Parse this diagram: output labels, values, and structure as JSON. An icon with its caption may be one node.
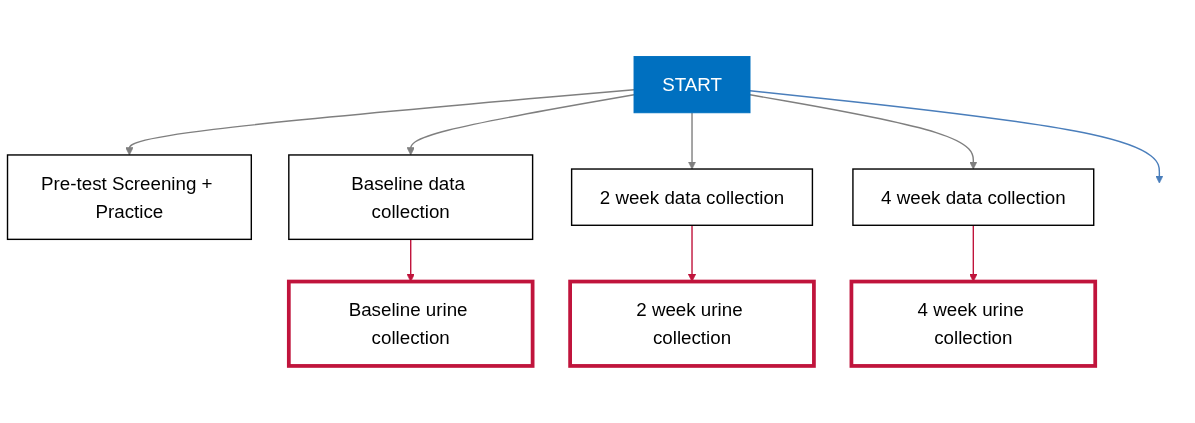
{
  "diagram": {
    "nodes": [
      {
        "text": [
          "START"
        ]
      },
      {
        "text": [
          "Pre-test Screening + Practice"
        ]
      },
      {
        "text": [
          "Baseline data collection"
        ]
      },
      {
        "text": [
          "2 week data collection"
        ]
      },
      {
        "text": [
          "4 week data collection"
        ]
      },
      {
        "text": [
          "Baseline urine collection"
        ]
      },
      {
        "text": [
          "2 week urine collection"
        ]
      },
      {
        "text": [
          "4 week urine collection"
        ]
      }
    ],
    "edges": [
      {
        "from": 0,
        "to": null,
        "arrow": "to",
        "color": "#4a7ebb"
      },
      {
        "from": 0,
        "to": 1,
        "arrow": "to"
      },
      {
        "from": 0,
        "to": 2,
        "arrow": "to"
      },
      {
        "from": 0,
        "to": 3,
        "arrow": "to"
      },
      {
        "from": 0,
        "to": 4,
        "arrow": "to"
      },
      {
        "from": 2,
        "to": 5,
        "arrow": "to",
        "color": "#c0143c"
      },
      {
        "from": 3,
        "to": 6,
        "arrow": "to",
        "color": "#c0143c"
      },
      {
        "from": 4,
        "to": 7,
        "arrow": "to",
        "color": "#c0143c"
      }
    ]
  }
}
